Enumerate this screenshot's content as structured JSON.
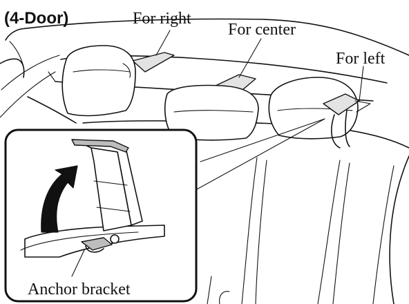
{
  "figure": {
    "variant_label": "(4-Door)",
    "labels": {
      "right": "For right",
      "center": "For center",
      "left": "For left",
      "anchor": "Anchor bracket"
    }
  },
  "colors": {
    "line": "#111111",
    "background": "#ffffff",
    "tether_fill": "#e3e3e3",
    "arrow_fill": "#111111"
  }
}
